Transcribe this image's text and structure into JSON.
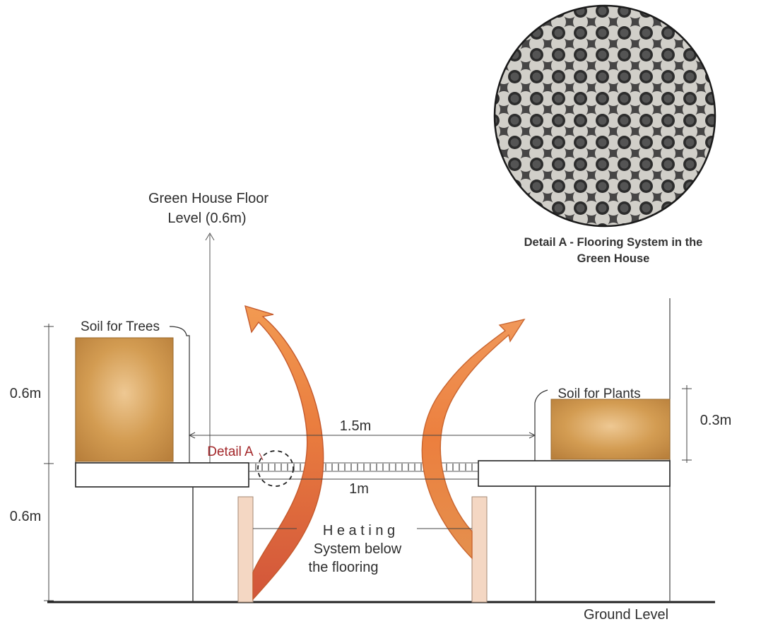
{
  "diagram": {
    "floor_level_label_line1": "Green House Floor",
    "floor_level_label_line2": "Level (0.6m)",
    "detail_caption_line1": "Detail A - Flooring System in the",
    "detail_caption_line2": "Green House",
    "soil_trees_label": "Soil for Trees",
    "soil_plants_label": "Soil for Plants",
    "dim_left_upper": "0.6m",
    "dim_left_lower": "0.6m",
    "dim_right": "0.3m",
    "dim_span_upper": "1.5m",
    "dim_span_lower": "1m",
    "detail_a_label": "Detail A",
    "heating_line1": "H e a t i n g",
    "heating_line2": "System  below",
    "heating_line3": "the flooring",
    "ground_label": "Ground Level"
  },
  "colors": {
    "soil": "#c9914a",
    "soil_light": "#e2b978",
    "heat_arrow": "#e8783a",
    "heat_arrow_dark": "#c9522a",
    "detail_label": "#a3272a",
    "post": "#f3d6c2",
    "line": "#333333",
    "perforated_plate": "#c9c6c0"
  }
}
